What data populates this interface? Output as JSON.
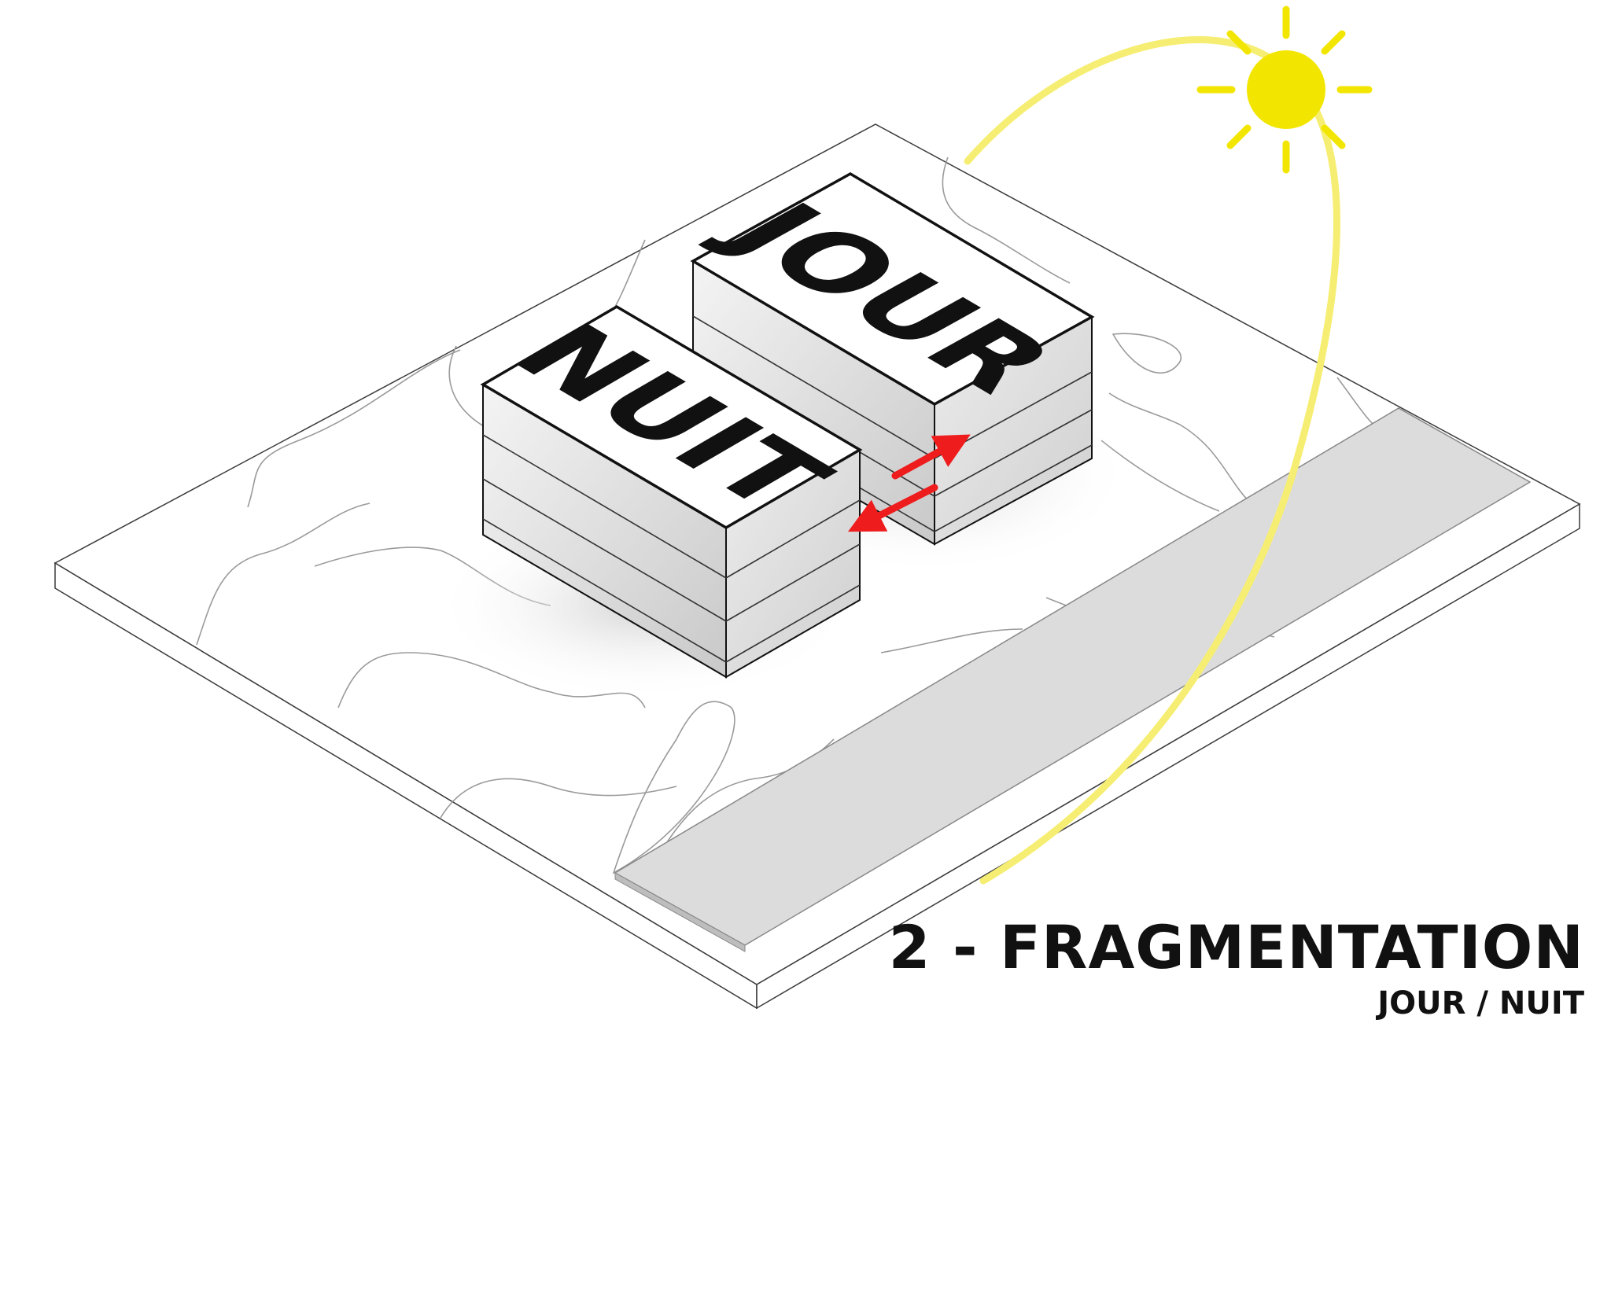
{
  "diagram": {
    "title": "2 - FRAGMENTATION",
    "subtitle": "JOUR / NUIT",
    "blocks": [
      {
        "id": "jour",
        "label": "JOUR"
      },
      {
        "id": "nuit",
        "label": "NUIT"
      }
    ],
    "colors": {
      "sun": "#f2e600",
      "sun_path": "#f6ee72",
      "arrows": "#ee1c1c",
      "road": "#dcdcdc",
      "line": "#1a1a1a",
      "contour": "#9a9a9a"
    }
  }
}
